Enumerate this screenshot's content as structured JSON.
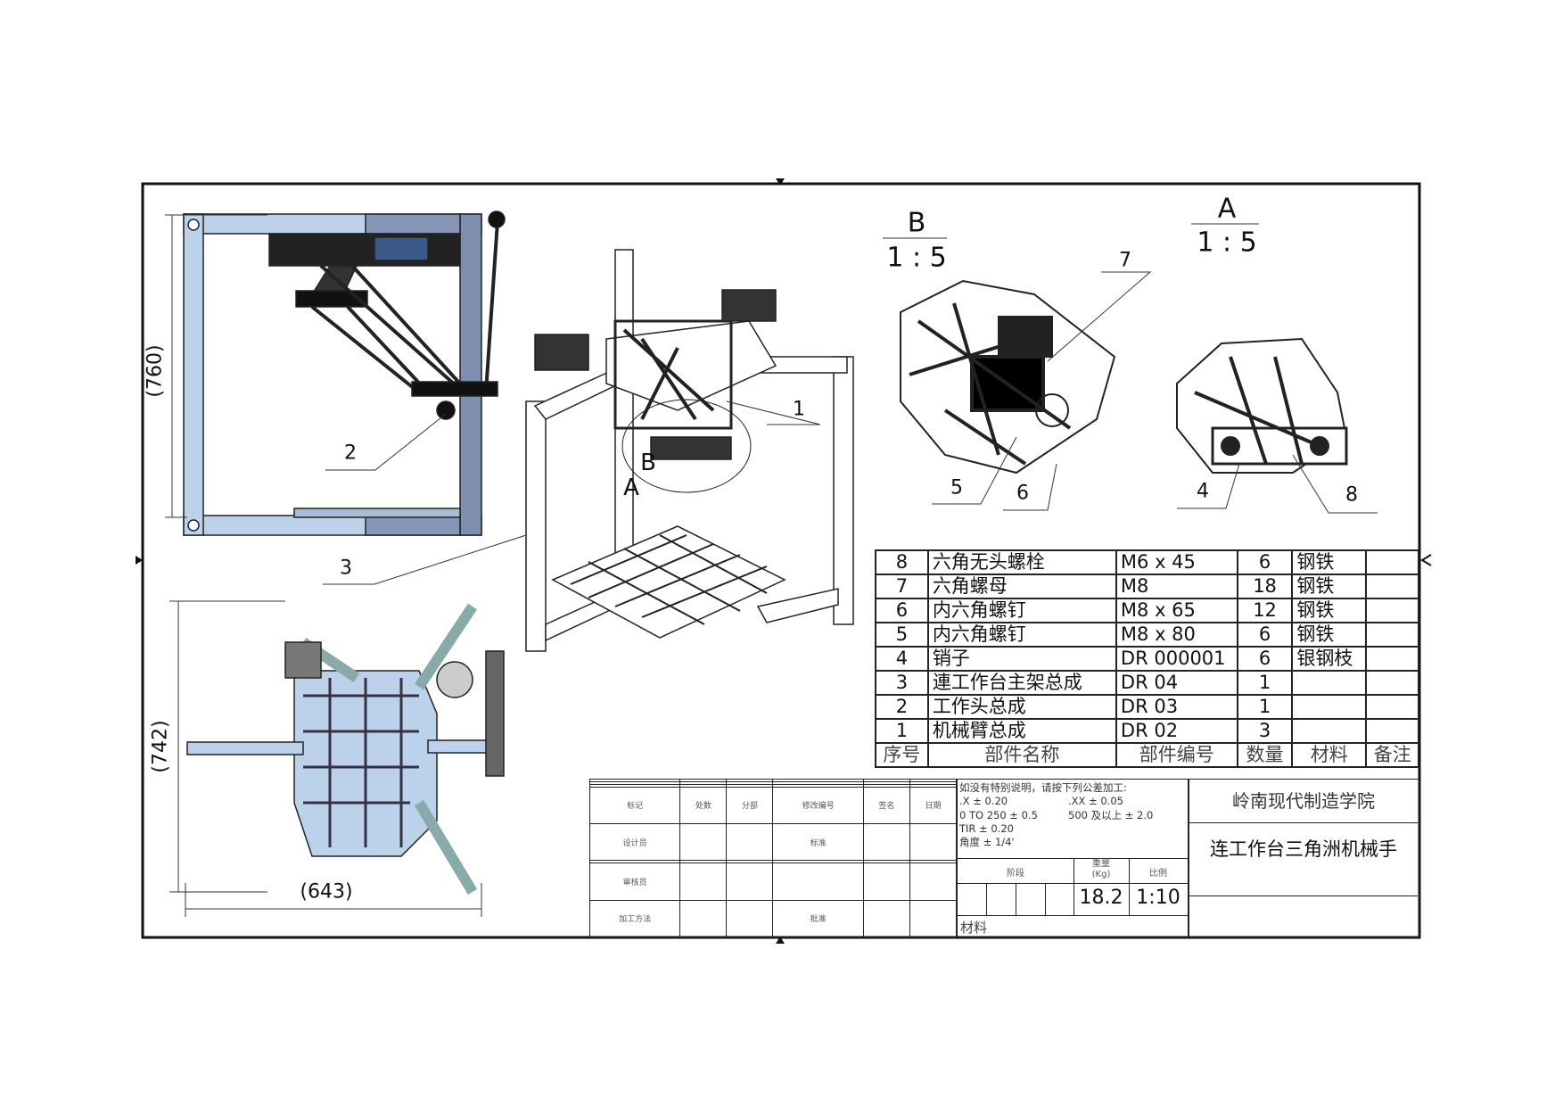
{
  "views": {
    "dims": {
      "height_top": "(760)",
      "height_bottom": "(742)",
      "width_bottom": "(643)"
    },
    "balloons": [
      "1",
      "2",
      "3",
      "4",
      "5",
      "6",
      "7",
      "8"
    ],
    "section_marks": {
      "b": "B",
      "a": "A"
    },
    "detail_b": {
      "name": "B",
      "scale": "1 : 5"
    },
    "detail_a": {
      "name": "A",
      "scale": "1 : 5"
    }
  },
  "bom": {
    "headers": [
      "序号",
      "部件名称",
      "部件编号",
      "数量",
      "材料",
      "备注"
    ],
    "rows": [
      [
        "8",
        "六角无头螺栓",
        "M6 x 45",
        "6",
        "钢铁",
        ""
      ],
      [
        "7",
        "六角螺母",
        "M8",
        "18",
        "钢铁",
        ""
      ],
      [
        "6",
        "内六角螺钉",
        "M8 x 65",
        "12",
        "钢铁",
        ""
      ],
      [
        "5",
        "内六角螺钉",
        "M8 x 80",
        "6",
        "钢铁",
        ""
      ],
      [
        "4",
        "销子",
        "DR 000001",
        "6",
        "银钢枝",
        ""
      ],
      [
        "3",
        "連工作台主架总成",
        "DR 04",
        "1",
        "",
        ""
      ],
      [
        "2",
        "工作头总成",
        "DR 03",
        "1",
        "",
        ""
      ],
      [
        "1",
        "机械臂总成",
        "DR 02",
        "3",
        "",
        ""
      ]
    ]
  },
  "title_block": {
    "rev_headers": [
      "标记",
      "处数",
      "分部",
      "修改编号",
      "签名",
      "日期"
    ],
    "designer": "设计员",
    "standard": "标准",
    "checker": "审核员",
    "process": "加工方法",
    "approve": "批准",
    "tolerance_note": "如没有特别说明，请按下列公差加工:",
    "tol_x": ".X ± 0.20",
    "tol_xx": ".XX ± 0.05",
    "tol_range1": "0 TO 250 ± 0.5",
    "tol_range2": "500 及以上 ± 2.0",
    "tol_tir": "TIR ± 0.20",
    "tol_angle": "角度 ± 1/4'",
    "stage_label": "阶段",
    "weight_label": "重量\n(Kg)",
    "scale_label": "比例",
    "weight": "18.2",
    "scale": "1:10",
    "material_label": "材料",
    "school": "岭南现代制造学院",
    "drawing_title": "连工作台三角洲机械手"
  }
}
